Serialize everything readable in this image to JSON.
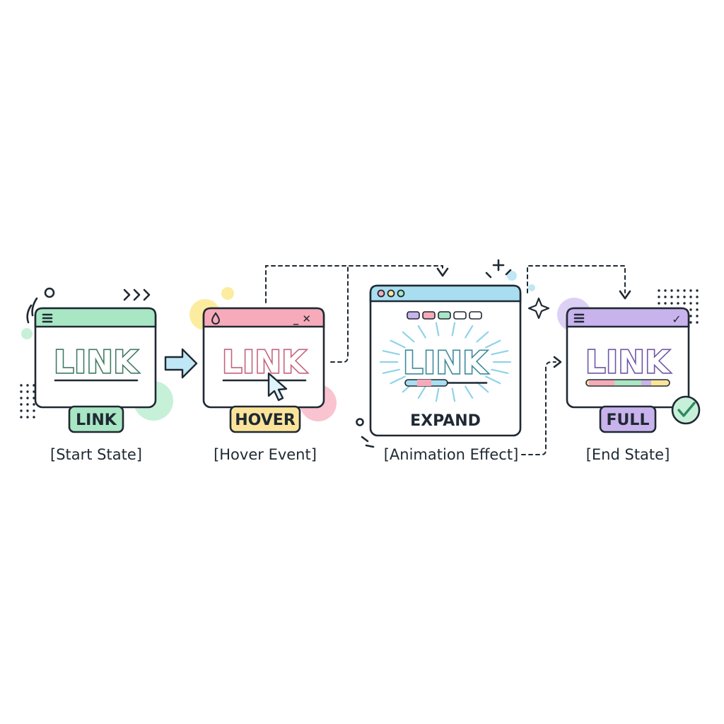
{
  "stages": [
    {
      "id": "start",
      "window_text": "LINK",
      "badge": "LINK",
      "caption": "[Start State]",
      "accent": "#a8e6c4",
      "text_outline": "#3f7a63"
    },
    {
      "id": "hover",
      "window_text": "LINK",
      "badge": "HOVER",
      "caption": "[Hover Event]",
      "accent": "#f7aab9",
      "text_outline": "#c4627d",
      "badge_color": "#fbe49a",
      "window_controls": "_ ✕"
    },
    {
      "id": "animation",
      "window_text": "LINK",
      "badge": "EXPAND",
      "caption": "[Animation Effect]",
      "accent": "#a9def1",
      "text_outline": "#3b8a9b"
    },
    {
      "id": "end",
      "window_text": "LINK",
      "badge": "FULL",
      "caption": "[End State]",
      "accent": "#c9b3ec",
      "text_outline": "#6f55a6",
      "window_control": "✓"
    }
  ],
  "colors": {
    "ink": "#1f2933",
    "mint": "#a8e6c4",
    "pink": "#f7aab9",
    "yellow": "#fbe49a",
    "sky": "#a9def1",
    "lavender": "#c9b3ec"
  },
  "icons": [
    "menu-icon",
    "drop-icon",
    "mouse-cursor-icon",
    "sparkle-icon",
    "checkmark-circle-icon",
    "arrow-right-icon",
    "chevrons-right-icon"
  ]
}
